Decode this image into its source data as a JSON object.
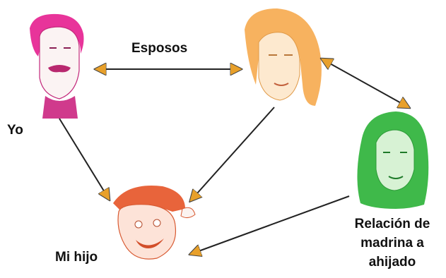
{
  "labels": {
    "spouses": "Esposos",
    "me": "Yo",
    "son": "Mi hijo",
    "godmother_relation": "Relación de madrina a ahijado"
  },
  "nodes": [
    {
      "id": "yo",
      "name": "man-with-mustache",
      "color": "#e8349a"
    },
    {
      "id": "esposa",
      "name": "blonde-woman",
      "color": "#f7b25f"
    },
    {
      "id": "madrina",
      "name": "green-woman",
      "color": "#3fb94a"
    },
    {
      "id": "hijo",
      "name": "boy-with-cap",
      "color": "#e8643b"
    }
  ],
  "colors": {
    "arrowhead": "#e8a02a",
    "line": "#222222"
  }
}
